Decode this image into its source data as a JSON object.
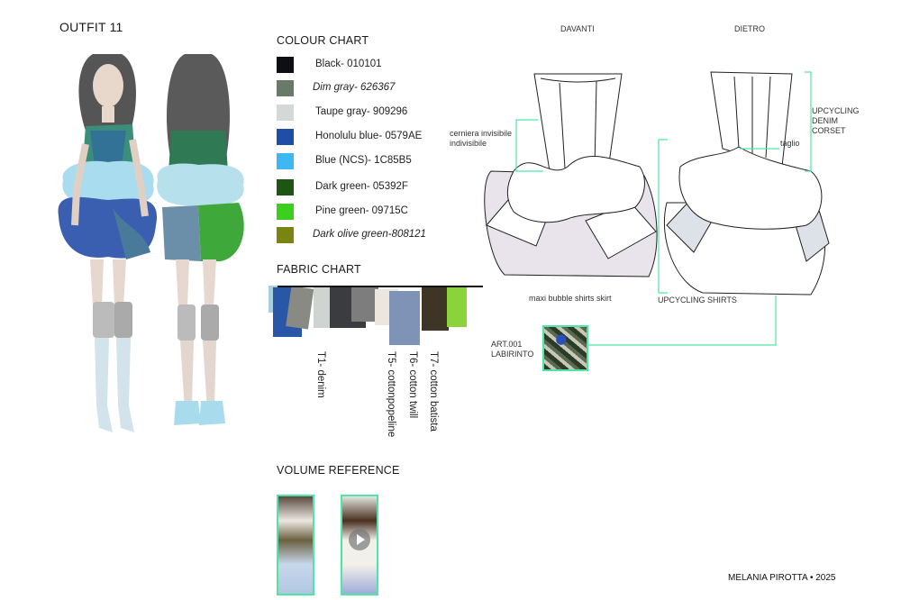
{
  "title": "OUTFIT 11",
  "colour_chart": {
    "heading": "COLOUR CHART",
    "items": [
      {
        "label": "Black- 010101",
        "color": "#0d0f12",
        "italic": false
      },
      {
        "label": "Dim gray- 626367",
        "color": "#687a6a",
        "italic": true
      },
      {
        "label": "Taupe gray- 909296",
        "color": "#d3d9d8",
        "italic": false
      },
      {
        "label": "Honolulu blue- 0579AE",
        "color": "#1d4ea8",
        "italic": false
      },
      {
        "label": "Blue (NCS)- 1C85B5",
        "color": "#3db8f5",
        "italic": false
      },
      {
        "label": "Dark green- 05392F",
        "color": "#1d5512",
        "italic": false
      },
      {
        "label": "Pine green- 09715C",
        "color": "#3ccf1d",
        "italic": false
      },
      {
        "label": "Dark olive green-808121",
        "color": "#7a8411",
        "italic": true
      }
    ]
  },
  "fabric_chart": {
    "heading": "FABRIC CHART",
    "labels": [
      "T1- denim",
      "T5- cottonpopeline",
      "T6- cotton twill",
      "T7- cotton batista"
    ]
  },
  "volume_reference": {
    "heading": "VOLUME REFERENCE"
  },
  "flats": {
    "front_label": "DAVANTI",
    "back_label": "DIETRO",
    "zip_note_1": "cerniera invisibile",
    "zip_note_2": "indivisibile",
    "corset_note_1": "UPCYCLING",
    "corset_note_2": "DENIM",
    "corset_note_3": "CORSET",
    "cut_note": "taglio",
    "skirt_note": "maxi bubble shirts skirt",
    "shirts_note": "UPCYCLING SHIRTS",
    "art_1": "ART.001",
    "art_2": "LABIRINTO"
  },
  "footer": "MELANIA PIROTTA • 2025",
  "accent": "#4fe6a5"
}
